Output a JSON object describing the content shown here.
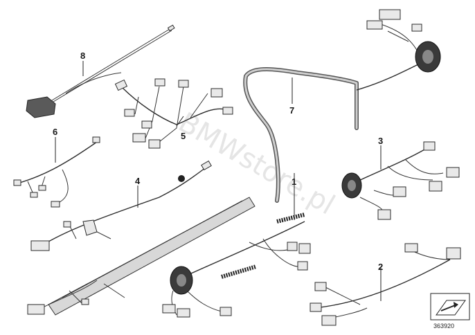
{
  "watermark": "BMWstore.pl",
  "reference_number": "363920",
  "callouts": [
    {
      "id": "1",
      "label": "1"
    },
    {
      "id": "2",
      "label": "2"
    },
    {
      "id": "3",
      "label": "3"
    },
    {
      "id": "4",
      "label": "4"
    },
    {
      "id": "5",
      "label": "5"
    },
    {
      "id": "6",
      "label": "6"
    },
    {
      "id": "7",
      "label": "7"
    },
    {
      "id": "8",
      "label": "8"
    }
  ],
  "icons": {
    "orientation": "arrow-direction-icon"
  }
}
